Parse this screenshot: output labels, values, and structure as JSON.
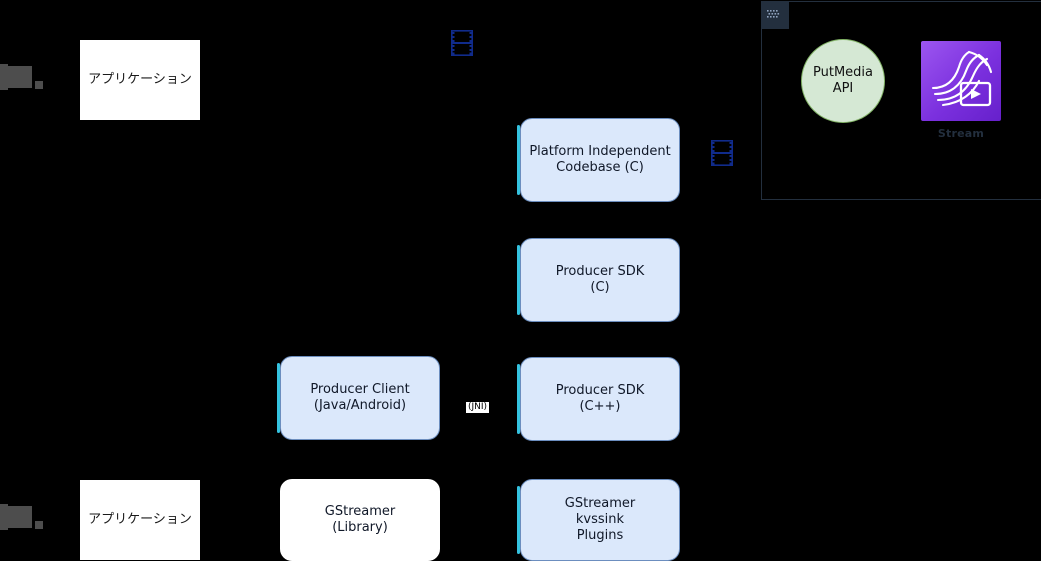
{
  "diagram": {
    "background": "#000000",
    "accent_blue": "#6c8ebf",
    "box_fill": "#dbe8fb",
    "cyan_accent": "#35c3e0",
    "aws_navy": "#232f3e",
    "green_fill": "#d5e8d4",
    "green_border": "#82b366",
    "kvs_purple": "#7d32e0",
    "film_icon_color": "#102b8c"
  },
  "nodes": {
    "app_top": {
      "label": "アプリケーション"
    },
    "app_bottom": {
      "label": "アプリケーション"
    },
    "platform_codebase": {
      "label": "Platform Independent\nCodebase (C)"
    },
    "producer_sdk_c": {
      "label": "Producer SDK\n(C)"
    },
    "producer_client_java": {
      "label": "Producer Client\n(Java/Android)"
    },
    "producer_sdk_cpp": {
      "label": "Producer SDK\n(C++)"
    },
    "gstreamer_library": {
      "label": "GStreamer\n(Library)"
    },
    "gstreamer_kvssink": {
      "label": "GStreamer\nkvssink\nPlugins"
    }
  },
  "edges": {
    "jni": {
      "label": "(JNI)"
    }
  },
  "aws": {
    "panel_badge_icon": "aws-cloud-icon",
    "putmedia_api": {
      "label": "PutMedia\nAPI"
    },
    "stream": {
      "label": "Stream",
      "icon": "kinesis-video-streams-icon"
    }
  },
  "icons": {
    "film_top": "film-strip-icon",
    "film_middle": "film-strip-icon",
    "camera_top": "video-camera-icon",
    "camera_bottom": "video-camera-icon"
  }
}
